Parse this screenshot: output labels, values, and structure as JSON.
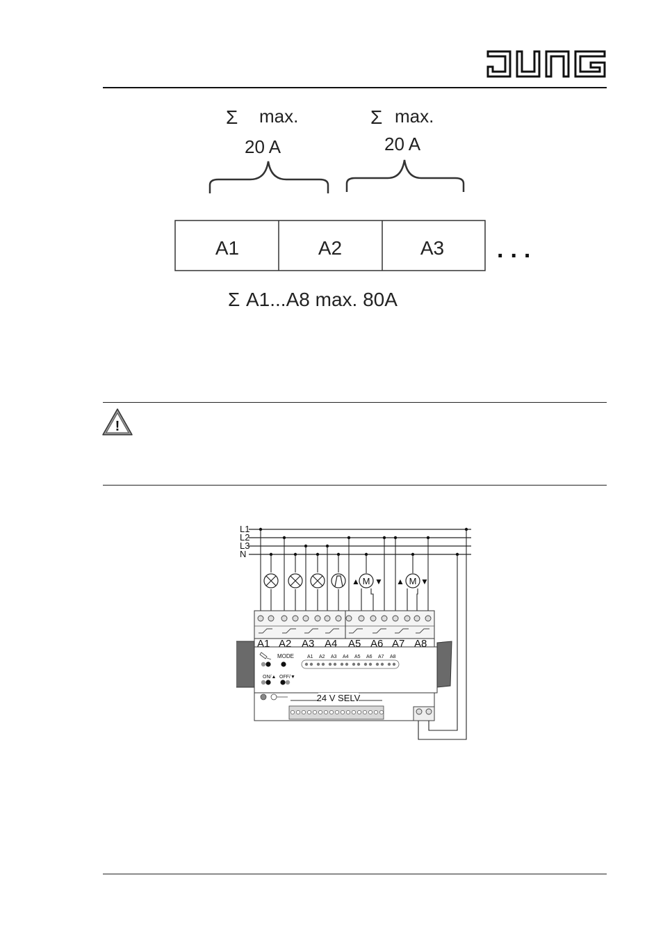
{
  "header": {
    "logo_text": "JUNG"
  },
  "current_diagram": {
    "groups": [
      {
        "sigma": "Σ",
        "label": "max.",
        "value": "20 A"
      },
      {
        "sigma": "Σ",
        "label": "max.",
        "value": "20 A"
      }
    ],
    "channels": [
      "A1",
      "A2",
      "A3"
    ],
    "ellipsis": "...",
    "total_sigma": "Σ",
    "total": "A1...A8 max. 80A"
  },
  "warning": {
    "icon": "warning-triangle-icon",
    "symbol": "!"
  },
  "wiring_diagram": {
    "lines": [
      "L1",
      "L2",
      "L3",
      "N"
    ],
    "load_symbols": [
      "lamp-icon",
      "lamp-icon",
      "lamp-icon",
      "fluorescent-lamp-icon",
      "motor-icon",
      "motor-icon"
    ],
    "motor_letter": "M",
    "up_arrow": "▲",
    "down_arrow": "▼",
    "outputs": [
      "A1",
      "A2",
      "A3",
      "A4",
      "A5",
      "A6",
      "A7",
      "A8"
    ],
    "mode_label": "MODE",
    "on_label": "ON/▲",
    "off_label": "OFF/▼",
    "led_labels": [
      "A1",
      "A2",
      "A3",
      "A4",
      "A5",
      "A6",
      "A7",
      "A8"
    ],
    "bus_label": "24 V SELV"
  }
}
